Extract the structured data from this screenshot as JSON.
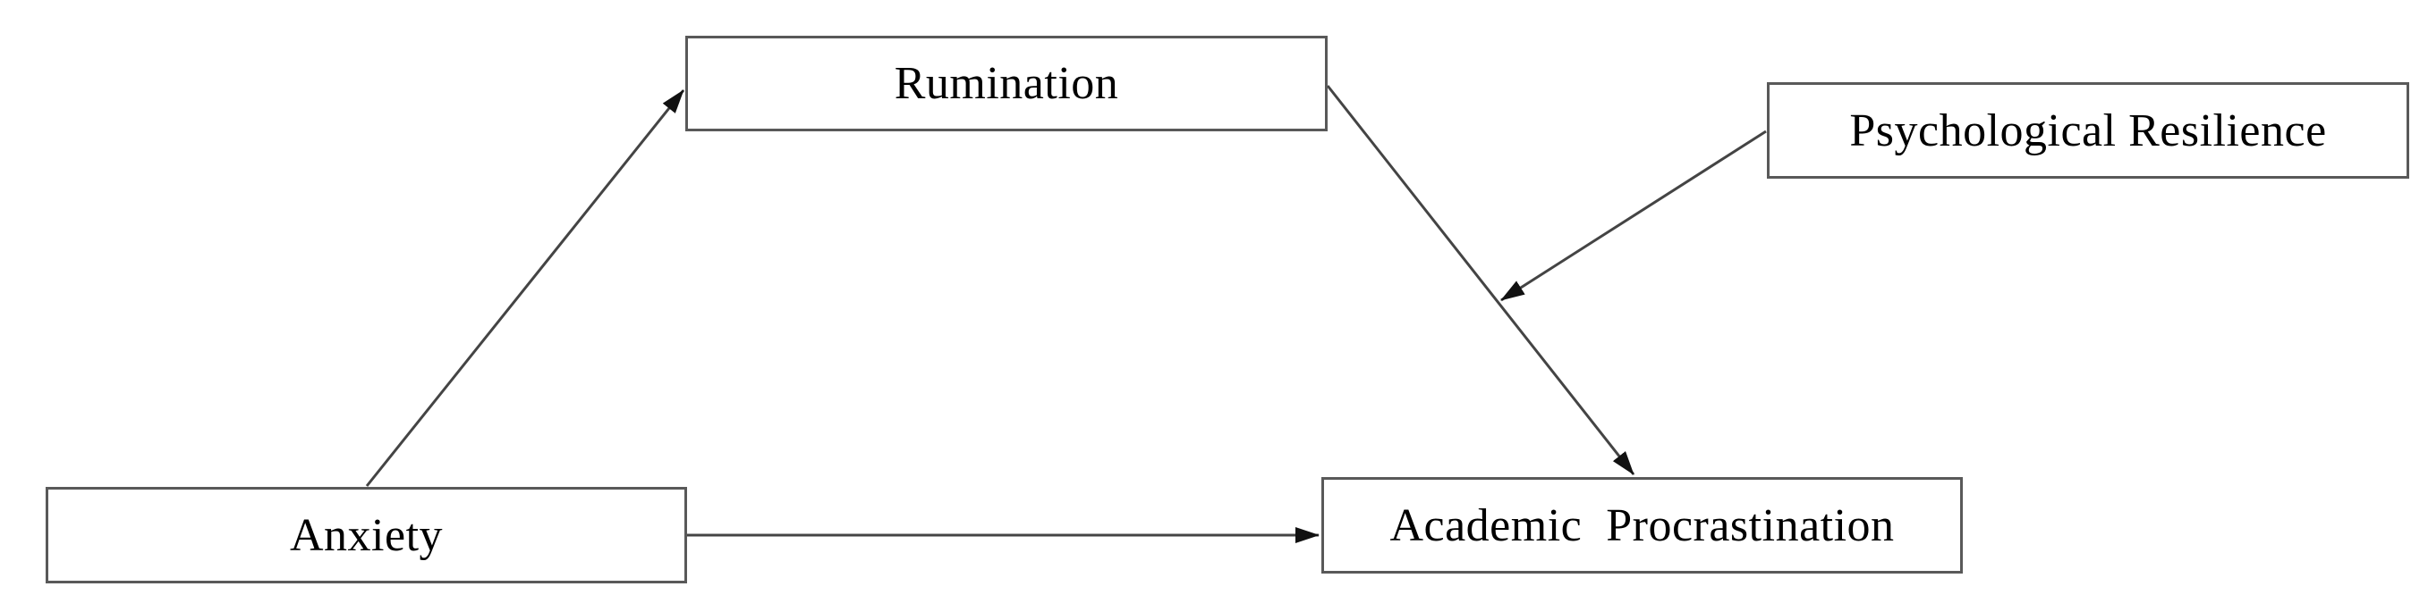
{
  "diagram": {
    "nodes": {
      "anxiety": {
        "label": "Anxiety"
      },
      "rumination": {
        "label": "Rumination"
      },
      "resilience": {
        "label": "Psychological Resilience"
      },
      "procrastination": {
        "label": "Academic  Procrastination"
      }
    },
    "edges": [
      {
        "from": "anxiety",
        "to": "rumination",
        "type": "direct"
      },
      {
        "from": "anxiety",
        "to": "procrastination",
        "type": "direct"
      },
      {
        "from": "rumination",
        "to": "procrastination",
        "type": "direct"
      },
      {
        "from": "resilience",
        "to": "path:rumination-procrastination",
        "type": "moderation"
      }
    ],
    "colors": {
      "background": "#ffffff",
      "box_border": "#595959",
      "arrow_line": "#444444",
      "arrowhead": "#111111",
      "text": "#000000"
    }
  }
}
